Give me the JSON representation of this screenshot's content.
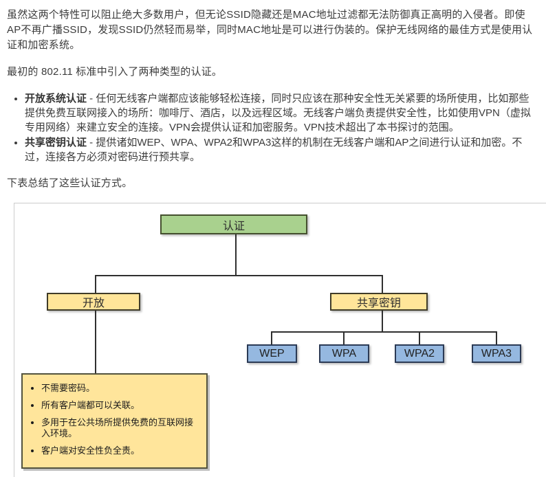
{
  "page": {
    "paragraph_intro": "虽然这两个特性可以阻止绝大多数用户，但无论SSID隐藏还是MAC地址过滤都无法防御真正高明的入侵者。即使AP不再广播SSID，发现SSID仍然轻而易举，同时MAC地址是可以进行伪装的。保护无线网络的最佳方式是使用认证和加密系统。",
    "paragraph_auth_types": "最初的 802.11 标准中引入了两种类型的认证。",
    "bullets": [
      {
        "term": "开放系统认证",
        "text": " - 任何无线客户端都应该能够轻松连接，同时只应该在那种安全性无关紧要的场所使用，比如那些提供免费互联网接入的场所：咖啡厅、酒店，以及远程区域。无线客户端负责提供安全性，比如使用VPN（虚拟专用网络）来建立安全的连接。VPN会提供认证和加密服务。VPN技术超出了本书探讨的范围。"
      },
      {
        "term": "共享密钥认证",
        "text": " - 提供诸如WEP、WPA、WPA2和WPA3这样的机制在无线客户端和AP之间进行认证和加密。不过，连接各方必须对密码进行预共享。"
      }
    ],
    "paragraph_summary": "下表总结了这些认证方式。"
  },
  "diagram": {
    "root_label": "认证",
    "open_label": "开放",
    "shared_label": "共享密钥",
    "protocols": [
      "WEP",
      "WPA",
      "WPA2",
      "WPA3"
    ],
    "open_note_items": [
      "不需要密码。",
      "所有客户端都可以关联。",
      "多用于在公共场所提供免费的互联网接入环境。",
      "客户端对安全性负全责。"
    ],
    "colors": {
      "root_fill": "#a9d18e",
      "branch_fill": "#ffe599",
      "protocol_fill": "#95b8e0",
      "note_fill": "#ffe59b",
      "line": "#2f2f2f"
    }
  }
}
